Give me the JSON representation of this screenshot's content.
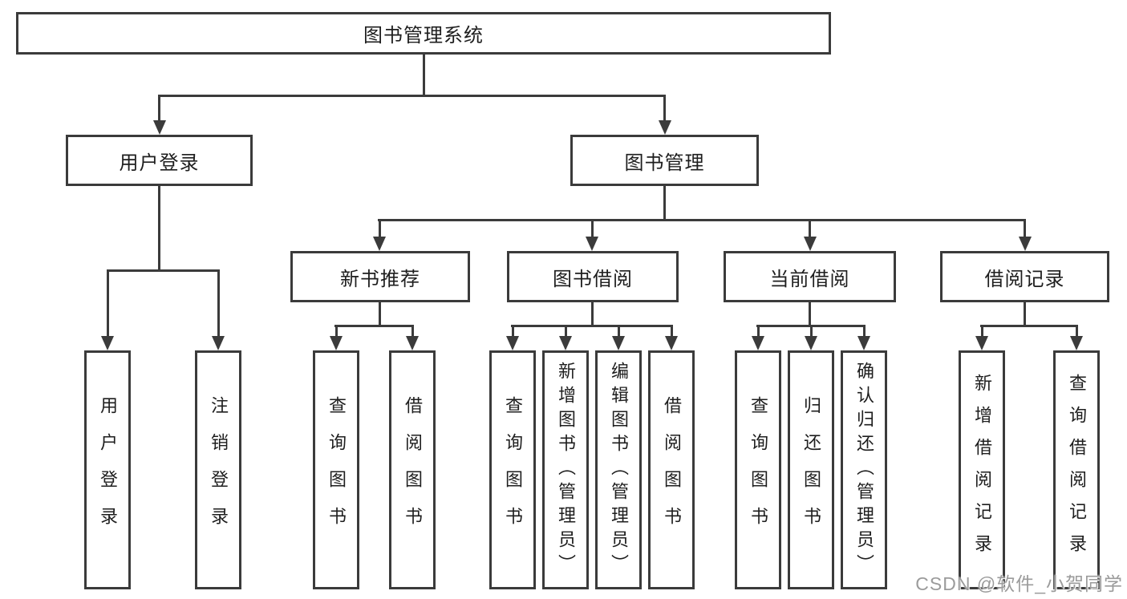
{
  "diagram_title": "图书管理系统",
  "tree": {
    "root": {
      "label": "图书管理系统",
      "children": [
        {
          "label": "用户登录",
          "children": [
            {
              "label": "用户登录"
            },
            {
              "label": "注销登录"
            }
          ]
        },
        {
          "label": "图书管理",
          "children": [
            {
              "label": "新书推荐",
              "children": [
                {
                  "label": "查询图书"
                },
                {
                  "label": "借阅图书"
                }
              ]
            },
            {
              "label": "图书借阅",
              "children": [
                {
                  "label": "查询图书"
                },
                {
                  "label": "新增图书（管理员）"
                },
                {
                  "label": "编辑图书（管理员）"
                },
                {
                  "label": "借阅图书"
                }
              ]
            },
            {
              "label": "当前借阅",
              "children": [
                {
                  "label": "查询图书"
                },
                {
                  "label": "归还图书"
                },
                {
                  "label": "确认归还（管理员）"
                }
              ]
            },
            {
              "label": "借阅记录",
              "children": [
                {
                  "label": "新增借阅记录"
                },
                {
                  "label": "查询借阅记录"
                }
              ]
            }
          ]
        }
      ]
    }
  },
  "watermark": {
    "text": "CSDN @软件_小贺同学",
    "color": "#9b9b9b"
  },
  "colors": {
    "line": "#3b3b3b",
    "background": "#ffffff",
    "box_fill": "#ffffff",
    "text": "#1e1e1e"
  }
}
